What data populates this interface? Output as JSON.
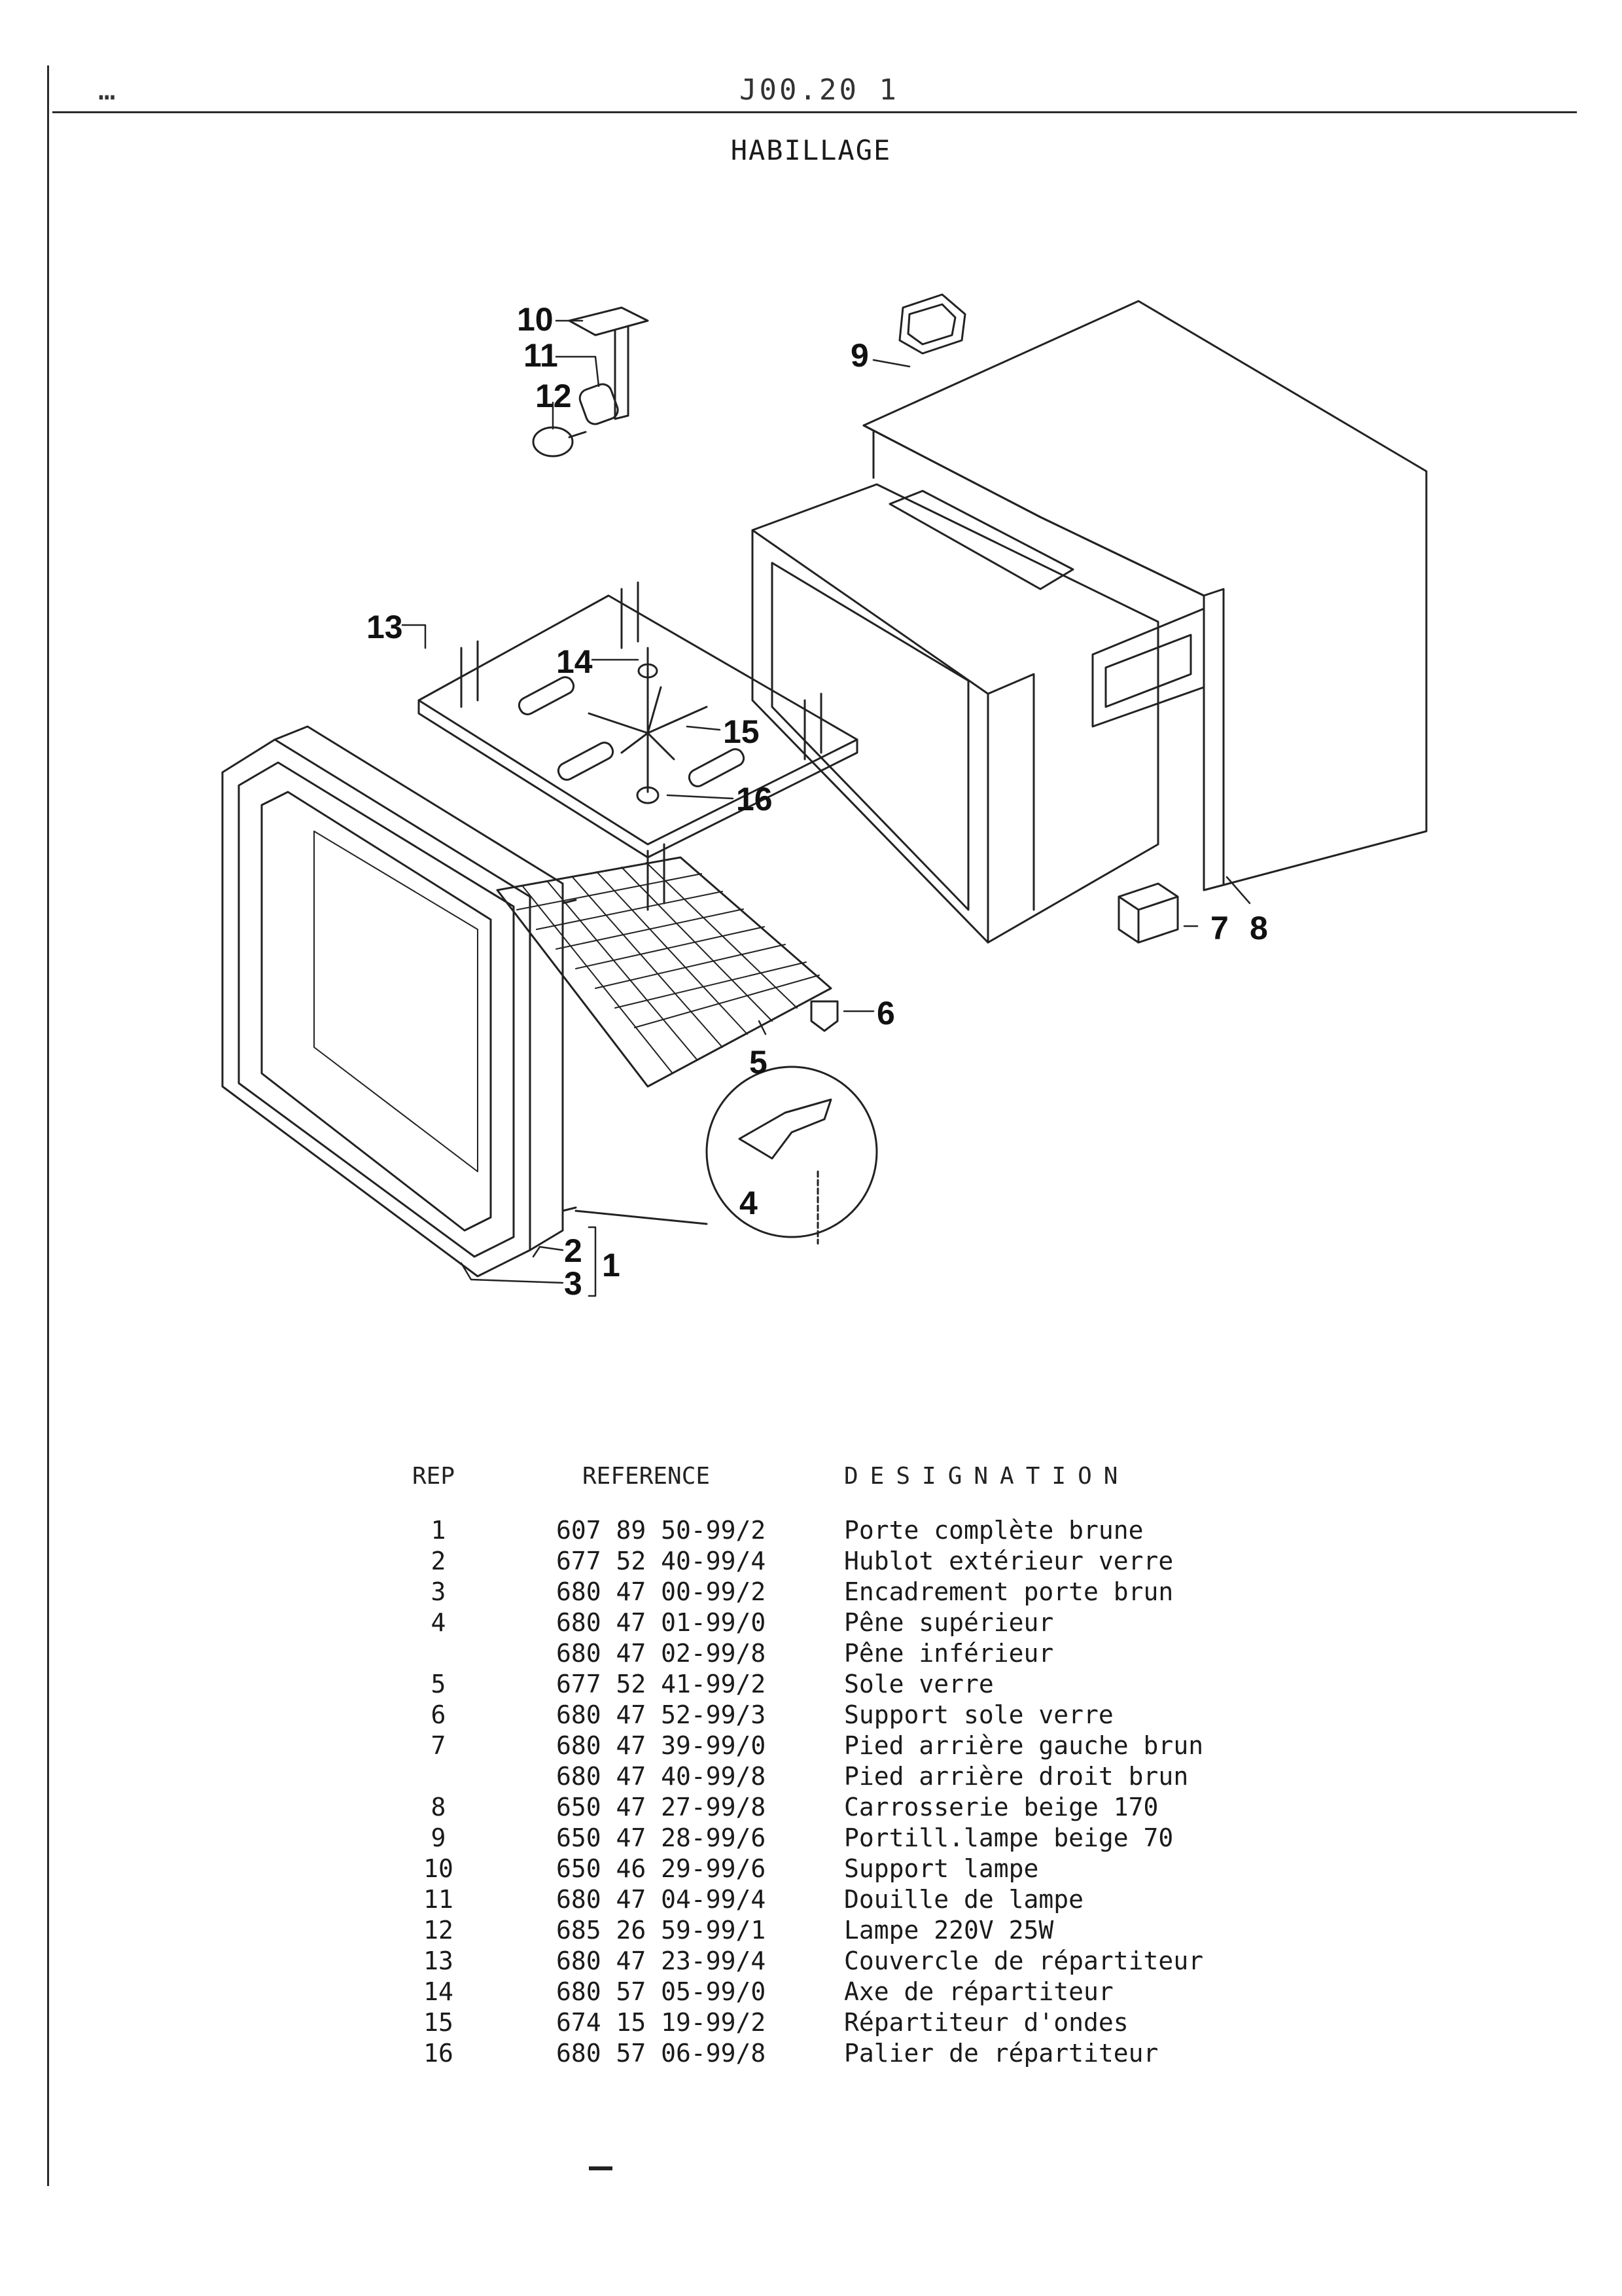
{
  "header": {
    "left_fragment": "…",
    "center_fragment": "J00.20 1",
    "title": "HABILLAGE"
  },
  "diagram": {
    "callouts": [
      "1",
      "2",
      "3",
      "4",
      "5",
      "6",
      "7",
      "8",
      "9",
      "10",
      "11",
      "12",
      "13",
      "14",
      "15",
      "16"
    ]
  },
  "parts_table": {
    "headers": {
      "rep": "REP",
      "reference": "REFERENCE",
      "designation": "DESIGNATION"
    },
    "rows": [
      {
        "rep": "1",
        "reference": "607 89 50-99/2",
        "designation": "Porte complète brune"
      },
      {
        "rep": "2",
        "reference": "677 52 40-99/4",
        "designation": "Hublot extérieur verre"
      },
      {
        "rep": "3",
        "reference": "680 47 00-99/2",
        "designation": "Encadrement porte brun"
      },
      {
        "rep": "4",
        "reference": "680 47 01-99/0",
        "designation": "Pêne supérieur"
      },
      {
        "rep": "",
        "reference": "680 47 02-99/8",
        "designation": "Pêne inférieur"
      },
      {
        "rep": "5",
        "reference": "677 52 41-99/2",
        "designation": "Sole verre"
      },
      {
        "rep": "6",
        "reference": "680 47 52-99/3",
        "designation": "Support sole verre"
      },
      {
        "rep": "7",
        "reference": "680 47 39-99/0",
        "designation": "Pied arrière gauche brun"
      },
      {
        "rep": "",
        "reference": "680 47 40-99/8",
        "designation": "Pied arrière droit brun"
      },
      {
        "rep": "8",
        "reference": "650 47 27-99/8",
        "designation": "Carrosserie beige 170"
      },
      {
        "rep": "9",
        "reference": "650 47 28-99/6",
        "designation": "Portill.lampe beige 70"
      },
      {
        "rep": "10",
        "reference": "650 46 29-99/6",
        "designation": "Support lampe"
      },
      {
        "rep": "11",
        "reference": "680 47 04-99/4",
        "designation": "Douille de lampe"
      },
      {
        "rep": "12",
        "reference": "685 26 59-99/1",
        "designation": "Lampe 220V 25W"
      },
      {
        "rep": "13",
        "reference": "680 47 23-99/4",
        "designation": "Couvercle de répartiteur"
      },
      {
        "rep": "14",
        "reference": "680 57 05-99/0",
        "designation": "Axe de répartiteur"
      },
      {
        "rep": "15",
        "reference": "674 15 19-99/2",
        "designation": "Répartiteur d'ondes"
      },
      {
        "rep": "16",
        "reference": "680 57 06-99/8",
        "designation": "Palier de répartiteur"
      }
    ]
  }
}
